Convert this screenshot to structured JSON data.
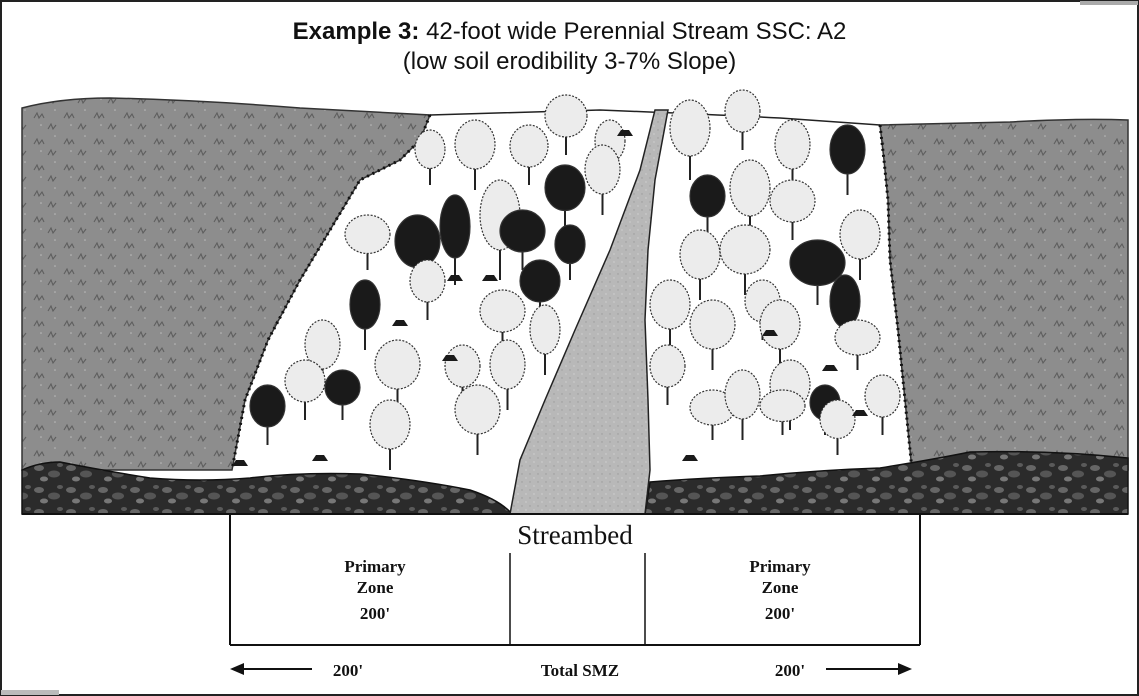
{
  "figure": {
    "title_prefix": "Example 3:",
    "title_main": "42-foot wide Perennial Stream SSC: A2",
    "subtitle": "(low soil erodibility 3-7% Slope)"
  },
  "table": {
    "header": "Streambed",
    "left_zone": {
      "line1": "Primary",
      "line2": "Zone",
      "distance": "200'"
    },
    "right_zone": {
      "line1": "Primary",
      "line2": "Zone",
      "distance": "200'"
    }
  },
  "dimension": {
    "left_distance": "200'",
    "center_label": "Total SMZ",
    "right_distance": "200'"
  },
  "colors": {
    "field": "#8a8a8a",
    "stream": "#b4b4b4",
    "soil": "#2c2c2c",
    "dark_tree": "#1a1a1a",
    "light_tree": "#ececec"
  }
}
